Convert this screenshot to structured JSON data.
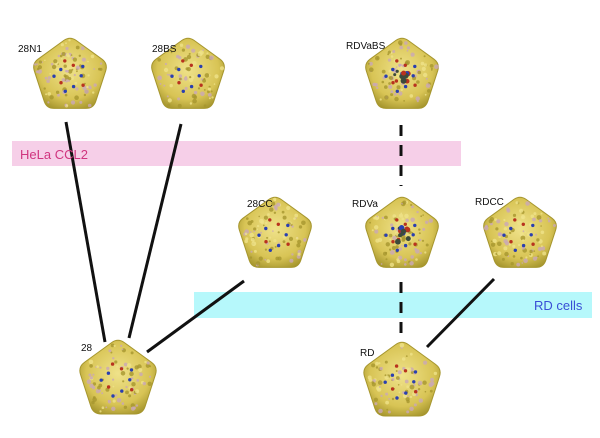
{
  "bands": {
    "hela": {
      "label": "HeLa CCL2",
      "color": "#f6cfe8",
      "text_color": "#d0357f"
    },
    "rd": {
      "label": "RD cells",
      "color": "#b6f8fb",
      "text_color": "#3a4fd6"
    }
  },
  "viruses": [
    {
      "id": "28N1",
      "label": "28N1",
      "core": "none"
    },
    {
      "id": "28BS",
      "label": "28BS",
      "core": "none"
    },
    {
      "id": "RDVaBS",
      "label": "RDVaBS",
      "core": "dark"
    },
    {
      "id": "28CC",
      "label": "28CC",
      "core": "none"
    },
    {
      "id": "RDVa",
      "label": "RDVa",
      "core": "dark"
    },
    {
      "id": "RDCC",
      "label": "RDCC",
      "core": "none"
    },
    {
      "id": "28",
      "label": "28",
      "core": "none"
    },
    {
      "id": "RD",
      "label": "RD",
      "core": "none"
    }
  ],
  "links": [
    {
      "from": "28N1",
      "to": "28",
      "style": "solid"
    },
    {
      "from": "28BS",
      "to": "28",
      "style": "solid"
    },
    {
      "from": "28CC",
      "to": "28",
      "style": "solid"
    },
    {
      "from": "RDVaBS",
      "to": "RDVa",
      "style": "dashed"
    },
    {
      "from": "RDVa",
      "to": "RD",
      "style": "dashed"
    },
    {
      "from": "RDCC",
      "to": "RD",
      "style": "solid"
    }
  ],
  "colors": {
    "surface": "#d8c455",
    "surface_light": "#efe28a",
    "surface_dark": "#a6962e",
    "speckle": "#c9a7b8",
    "mutation_blue": "#2a3fb0",
    "mutation_red": "#b8321e",
    "line": "#111111"
  }
}
